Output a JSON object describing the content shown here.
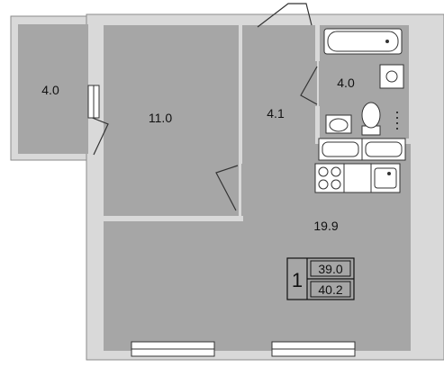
{
  "rooms": [
    {
      "id": "balcony",
      "area": "4.0"
    },
    {
      "id": "bedroom",
      "area": "11.0"
    },
    {
      "id": "hallway",
      "area": "4.1"
    },
    {
      "id": "bathroom",
      "area": "4.0"
    },
    {
      "id": "living-kitchen",
      "area": "19.9"
    }
  ],
  "summary": {
    "rooms_count": "1",
    "living_area": "39.0",
    "total_area": "40.2"
  },
  "colors": {
    "wall": "#d9d9d9",
    "wall_stroke": "#8a8a8a",
    "floor": "#a6a6a6",
    "fixture": "#ffffff",
    "line": "#333333"
  }
}
